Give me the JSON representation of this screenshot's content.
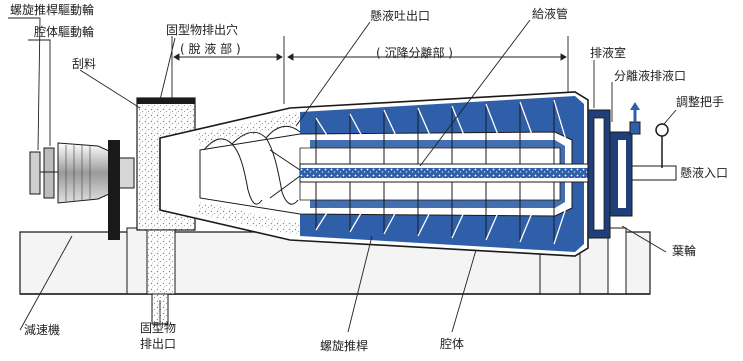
{
  "labels": {
    "screw_drive_wheel": "螺旋推桿驅動輪",
    "bowl_drive_wheel": "腔体驅動輪",
    "scraper": "刮料",
    "solids_discharge_port": "固型物排出穴",
    "dewatering_section": "( 脫 液 部 )",
    "feed_outlet": "懸液吐出口",
    "feed_pipe": "給液管",
    "settling_section": "( 沉降分離部 )",
    "discharge_chamber": "排液室",
    "separated_liquid_outlet": "分離液排液口",
    "adjust_handle": "調整把手",
    "feed_inlet": "懸液入口",
    "impeller": "葉輪",
    "gearbox": "減速機",
    "solids_outlet_line1": "固型物",
    "solids_outlet_line2": "排出口",
    "screw_conveyor": "螺旋推桿",
    "bowl": "腔体"
  },
  "colors": {
    "liquid_blue": "#2f5fa8",
    "dark_blue": "#1e3f7a",
    "outline": "#1a1a1a",
    "base_fill": "#f4f4f4",
    "solids_speckle": "#9a9a9a"
  }
}
